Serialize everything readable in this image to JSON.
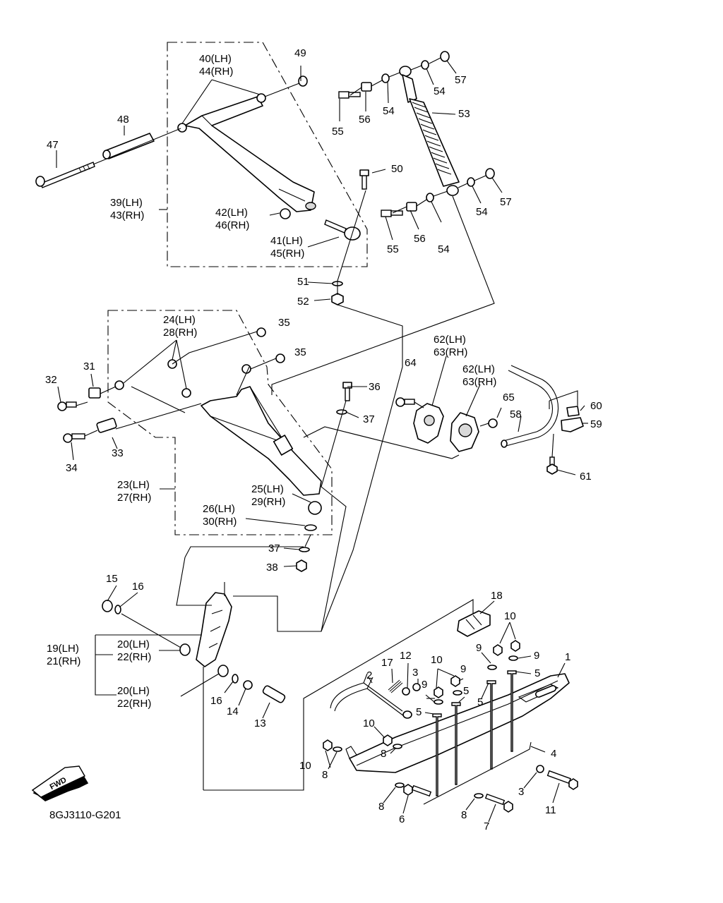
{
  "diagram_code": "8GJ3110-G201",
  "fwd_badge": "FWD",
  "callouts": {
    "c1": "1",
    "c2": "2",
    "c3a": "3",
    "c3b": "3",
    "c4": "4",
    "c5a": "5",
    "c5b": "5",
    "c5c": "5",
    "c5d": "5",
    "c6": "6",
    "c7": "7",
    "c8a": "8",
    "c8b": "8",
    "c8c": "8",
    "c8d": "8",
    "c9a": "9",
    "c9b": "9",
    "c9c": "9",
    "c9d": "9",
    "c10a": "10",
    "c10b": "10",
    "c10c": "10",
    "c10d": "10",
    "c11": "11",
    "c12": "12",
    "c13": "13",
    "c14": "14",
    "c15": "15",
    "c16a": "16",
    "c16b": "16",
    "c17": "17",
    "c18": "18",
    "c19": "19(LH)",
    "c21": "21(RH)",
    "c20a": "20(LH)",
    "c22a": "22(RH)",
    "c20b": "20(LH)",
    "c22b": "22(RH)",
    "c23": "23(LH)",
    "c27": "27(RH)",
    "c24": "24(LH)",
    "c28": "28(RH)",
    "c25": "25(LH)",
    "c29": "29(RH)",
    "c26": "26(LH)",
    "c30": "30(RH)",
    "c31": "31",
    "c32": "32",
    "c33": "33",
    "c34": "34",
    "c35a": "35",
    "c35b": "35",
    "c36": "36",
    "c37a": "37",
    "c37b": "37",
    "c38": "38",
    "c39": "39(LH)",
    "c43": "43(RH)",
    "c40": "40(LH)",
    "c44": "44(RH)",
    "c41": "41(LH)",
    "c45": "45(RH)",
    "c42": "42(LH)",
    "c46": "46(RH)",
    "c47": "47",
    "c48": "48",
    "c49": "49",
    "c50": "50",
    "c51": "51",
    "c52": "52",
    "c53": "53",
    "c54a": "54",
    "c54b": "54",
    "c54c": "54",
    "c54d": "54",
    "c55a": "55",
    "c55b": "55",
    "c56a": "56",
    "c56b": "56",
    "c57a": "57",
    "c57b": "57",
    "c58": "58",
    "c59": "59",
    "c60": "60",
    "c61": "61",
    "c62a": "62(LH)",
    "c63a": "63(RH)",
    "c62b": "62(LH)",
    "c63b": "63(RH)",
    "c64": "64",
    "c65": "65"
  }
}
